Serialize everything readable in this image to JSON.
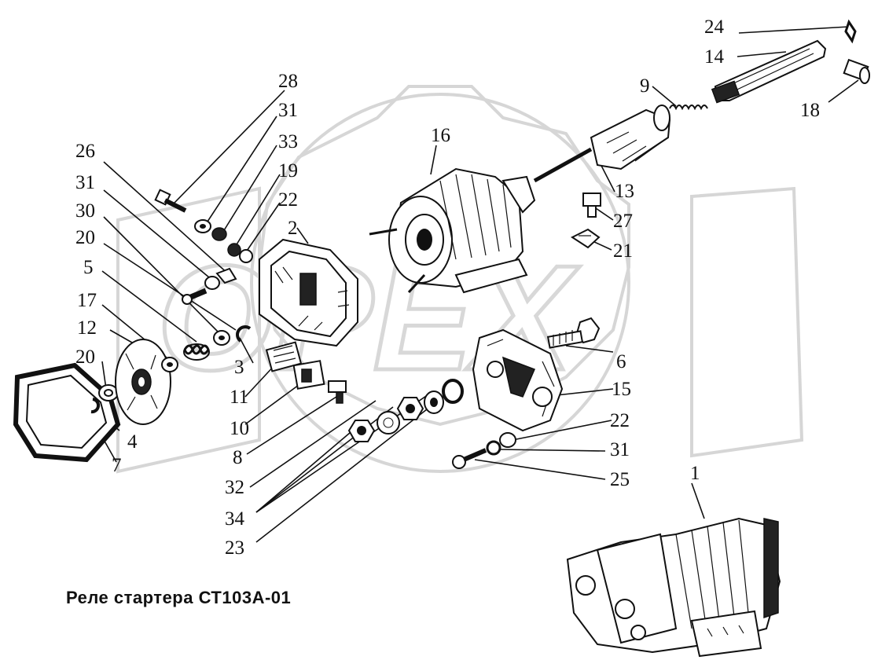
{
  "caption": "Реле стартера СТ103А-01",
  "watermark": "OPEX",
  "callouts": {
    "n1": "1",
    "n2": "2",
    "n3": "3",
    "n4": "4",
    "n5": "5",
    "n6": "6",
    "n7": "7",
    "n8": "8",
    "n9": "9",
    "n10": "10",
    "n11": "11",
    "n12": "12",
    "n13": "13",
    "n14": "14",
    "n15": "15",
    "n16": "16",
    "n17": "17",
    "n18": "18",
    "n19": "19",
    "n20a": "20",
    "n20b": "20",
    "n21": "21",
    "n22a": "22",
    "n22b": "22",
    "n23": "23",
    "n24": "24",
    "n25": "25",
    "n26": "26",
    "n27": "27",
    "n28": "28",
    "n30": "30",
    "n31a": "31",
    "n31b": "31",
    "n31c": "31",
    "n32": "32",
    "n33": "33",
    "n34": "34"
  }
}
